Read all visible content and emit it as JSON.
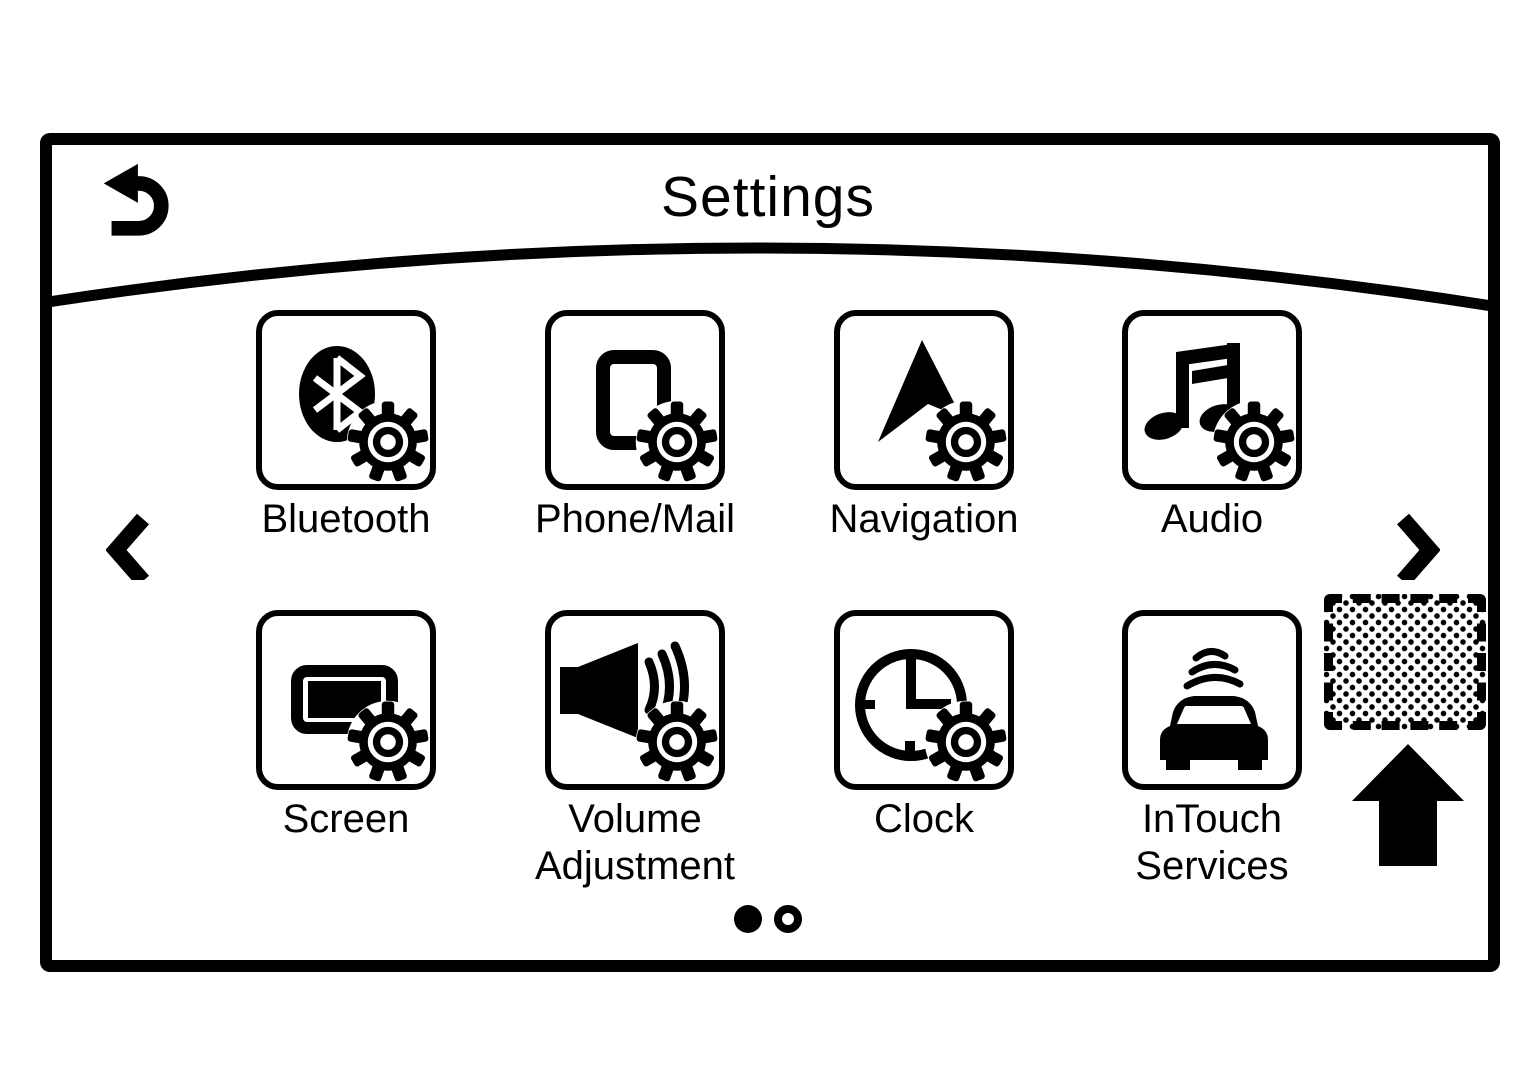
{
  "header": {
    "title": "Settings",
    "back_icon": "return-arrow"
  },
  "tiles": [
    {
      "id": "bluetooth",
      "label": "Bluetooth",
      "icon": "bluetooth-gear-icon"
    },
    {
      "id": "phone-mail",
      "label": "Phone/Mail",
      "icon": "phone-gear-icon"
    },
    {
      "id": "navigation",
      "label": "Navigation",
      "icon": "nav-cursor-gear-icon"
    },
    {
      "id": "audio",
      "label": "Audio",
      "icon": "music-note-gear-icon"
    },
    {
      "id": "screen",
      "label": "Screen",
      "icon": "display-gear-icon"
    },
    {
      "id": "volume-adjustment",
      "label": "Volume Adjustment",
      "icon": "speaker-gear-icon"
    },
    {
      "id": "clock",
      "label": "Clock",
      "icon": "clock-gear-icon"
    },
    {
      "id": "intouch-services",
      "label": "InTouch Services",
      "icon": "car-signal-icon"
    }
  ],
  "pagination": {
    "current_page": 1,
    "total_pages": 2
  },
  "annotation": {
    "highlighted_slot": "empty-next-item-slot",
    "pointer": "up-arrow"
  },
  "colors": {
    "foreground": "#000000",
    "background": "#ffffff"
  }
}
